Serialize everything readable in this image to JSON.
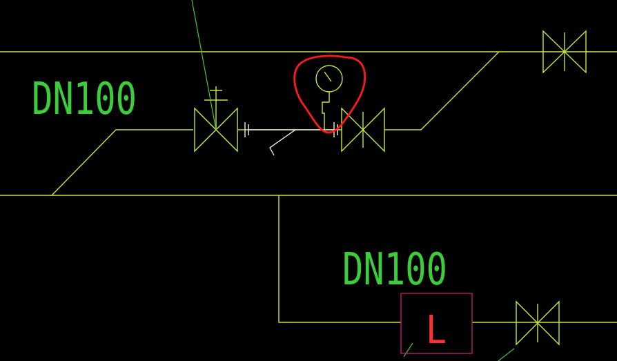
{
  "drawing": {
    "background_color": "#000000",
    "pipe_color": "#c8e63c",
    "text_color": "#3ccc3c",
    "leader_color": "#3ccc3c",
    "white_color": "#ffffff",
    "markup_color": "#ff1a1a",
    "level_box_color": "#b3206b",
    "level_text_color": "#ff3030",
    "labels": {
      "upper_pipe_size": "DN100",
      "lower_pipe_size": "DN100",
      "level_indicator": "L"
    },
    "symbols": [
      "gate-valve",
      "valve-handwheel",
      "pressure-gauge",
      "level-indicator",
      "revision-cloud"
    ]
  }
}
